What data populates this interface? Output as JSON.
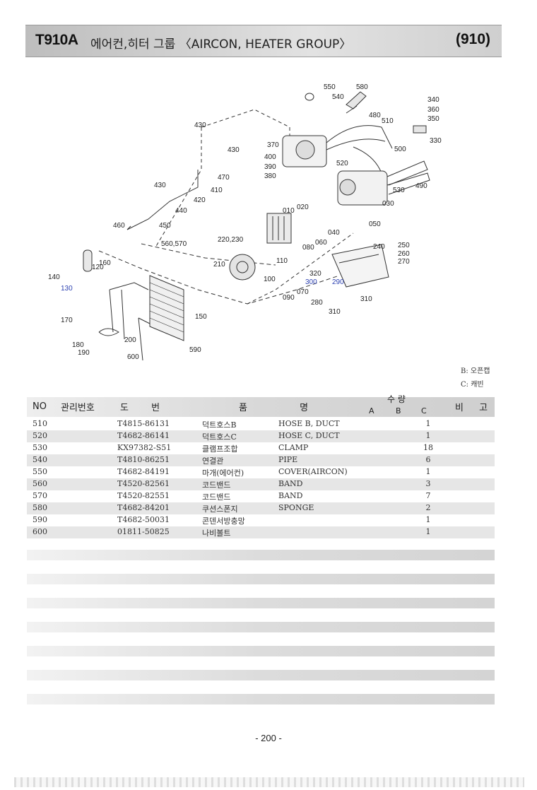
{
  "header": {
    "code": "T910A",
    "title": "에어컨,히터 그룹 〈AIRCON, HEATER GROUP〉",
    "group_no": "(910)"
  },
  "diagram": {
    "callouts": [
      {
        "text": "550"
      },
      {
        "text": "580"
      },
      {
        "text": "540"
      },
      {
        "text": "480"
      },
      {
        "text": "510"
      },
      {
        "text": "340"
      },
      {
        "text": "360"
      },
      {
        "text": "350"
      },
      {
        "text": "330"
      },
      {
        "text": "430"
      },
      {
        "text": "430"
      },
      {
        "text": "370"
      },
      {
        "text": "500"
      },
      {
        "text": "400"
      },
      {
        "text": "390"
      },
      {
        "text": "380"
      },
      {
        "text": "520"
      },
      {
        "text": "470"
      },
      {
        "text": "430"
      },
      {
        "text": "410"
      },
      {
        "text": "420"
      },
      {
        "text": "530"
      },
      {
        "text": "490"
      },
      {
        "text": "440"
      },
      {
        "text": "030"
      },
      {
        "text": "010"
      },
      {
        "text": "020"
      },
      {
        "text": "460"
      },
      {
        "text": "450"
      },
      {
        "text": "050"
      },
      {
        "text": "040"
      },
      {
        "text": "220,230"
      },
      {
        "text": "560,570"
      },
      {
        "text": "060"
      },
      {
        "text": "080"
      },
      {
        "text": "240"
      },
      {
        "text": "250"
      },
      {
        "text": "260"
      },
      {
        "text": "270"
      },
      {
        "text": "160"
      },
      {
        "text": "210"
      },
      {
        "text": "110"
      },
      {
        "text": "120"
      },
      {
        "text": "320"
      },
      {
        "text": "140"
      },
      {
        "text": "100"
      },
      {
        "text": "300"
      },
      {
        "text": "290"
      },
      {
        "text": "130"
      },
      {
        "text": "070"
      },
      {
        "text": "090"
      },
      {
        "text": "310"
      },
      {
        "text": "280"
      },
      {
        "text": "310"
      },
      {
        "text": "150"
      },
      {
        "text": "170"
      },
      {
        "text": "200"
      },
      {
        "text": "180"
      },
      {
        "text": "190"
      },
      {
        "text": "590"
      },
      {
        "text": "600"
      }
    ]
  },
  "legend": {
    "b": "B: 오픈캡",
    "c": "C: 캐빈"
  },
  "table": {
    "headers": {
      "no": "NO",
      "mgmt": "관리번호",
      "drawing": "도 번",
      "name": "품 명",
      "qty": "수 량",
      "qty_a": "A",
      "qty_b": "B",
      "qty_c": "C",
      "remark": "비 고"
    },
    "rows": [
      {
        "no": "510",
        "part": "T4815-86131",
        "kr": "덕트호스B",
        "en": "HOSE B, DUCT",
        "qty": "1"
      },
      {
        "no": "520",
        "part": "T4682-86141",
        "kr": "덕트호스C",
        "en": "HOSE C, DUCT",
        "qty": "1"
      },
      {
        "no": "530",
        "part": "KX97382-S51",
        "kr": "클램프조합",
        "en": "CLAMP",
        "qty": "18"
      },
      {
        "no": "540",
        "part": "T4810-86251",
        "kr": "연결관",
        "en": "PIPE",
        "qty": "6"
      },
      {
        "no": "550",
        "part": "T4682-84191",
        "kr": "마개(에어컨)",
        "en": "COVER(AIRCON)",
        "qty": "1"
      },
      {
        "no": "560",
        "part": "T4520-82561",
        "kr": "코드밴드",
        "en": "BAND",
        "qty": "3"
      },
      {
        "no": "570",
        "part": "T4520-82551",
        "kr": "코드밴드",
        "en": "BAND",
        "qty": "7"
      },
      {
        "no": "580",
        "part": "T4682-84201",
        "kr": "쿠션스폰지",
        "en": "SPONGE",
        "qty": "2"
      },
      {
        "no": "590",
        "part": "T4682-50031",
        "kr": "콘덴서방충망",
        "en": "",
        "qty": "1"
      },
      {
        "no": "600",
        "part": "01811-50825",
        "kr": "나비볼트",
        "en": "",
        "qty": "1"
      }
    ]
  },
  "footer": {
    "page": "- 200 -"
  },
  "colors": {
    "header_band": "#c8c8c8",
    "callout_blue": "#2a3fb0",
    "row_shade": "#e6e6e6"
  }
}
